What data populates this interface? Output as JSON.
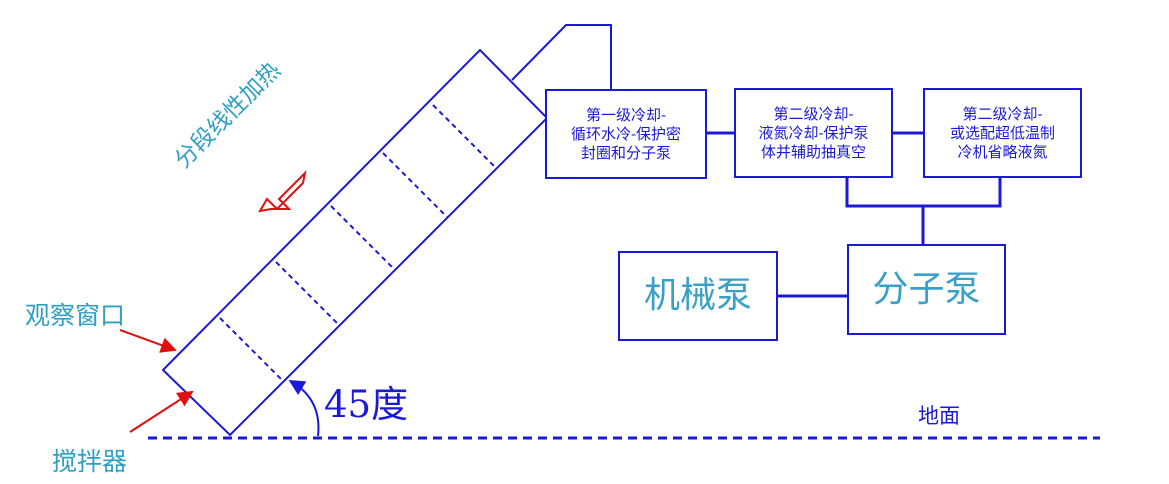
{
  "labels": {
    "heating": "分段线性加热",
    "window": "观察窗口",
    "stirrer": "搅拌器",
    "angle": "45度",
    "ground": "地面"
  },
  "boxes": {
    "stage1": "第一级冷却-\n循环水冷-保护密\n封圈和分子泵",
    "stage2a": "第二级冷却-\n液氮冷却-保护泵\n体并辅助抽真空",
    "stage2b": "第二级冷却-\n或选配超低温制\n冷机省略液氮",
    "mech_pump": "机械泵",
    "mol_pump": "分子泵"
  },
  "colors": {
    "line": "#1a1ad6",
    "label": "#2f9fc4",
    "arrow": "#e01010"
  }
}
